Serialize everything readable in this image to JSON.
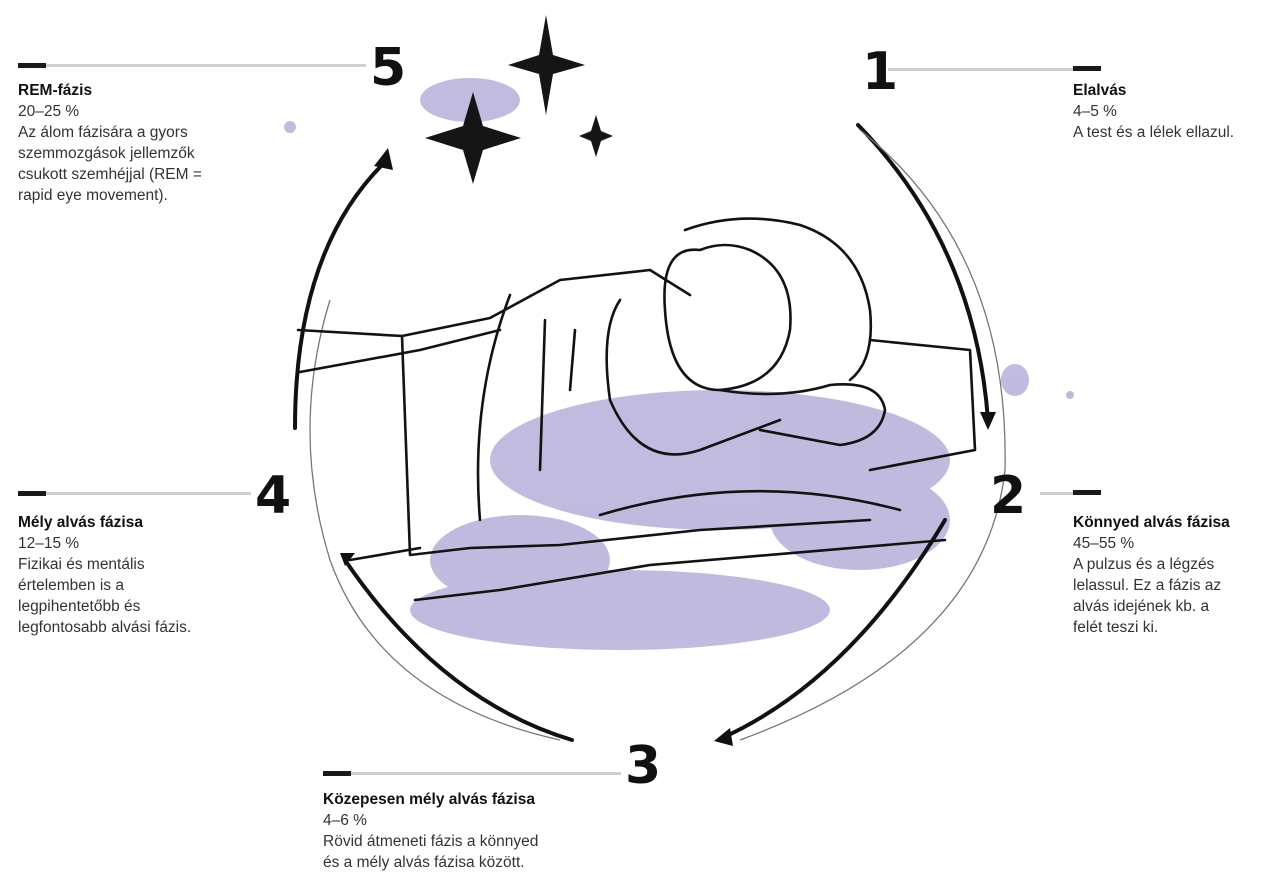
{
  "colors": {
    "ink": "#111111",
    "rule": "#cfcfcf",
    "wash": "#8a7fbf"
  },
  "stages": [
    {
      "number": "1",
      "title": "Elalvás",
      "percent": "4–5 %",
      "description": "A test és a lélek ellazul."
    },
    {
      "number": "2",
      "title": "Könnyed alvás fázisa",
      "percent": "45–55 %",
      "description_lines": [
        "A pulzus és a légzés",
        "lelassul. Ez a fázis az",
        "alvás idejének kb. a",
        "felét teszi ki."
      ]
    },
    {
      "number": "3",
      "title": "Közepesen mély alvás fázisa",
      "percent": "4–6 %",
      "description_lines": [
        "Rövid átmeneti fázis a könnyed",
        "és a mély alvás fázisa között."
      ]
    },
    {
      "number": "4",
      "title": "Mély alvás fázisa",
      "percent": "12–15 %",
      "description_lines": [
        "Fizikai és mentális",
        "értelemben is a",
        "legpihentetőbb és",
        "legfontosabb alvási fázis."
      ]
    },
    {
      "number": "5",
      "title": "REM-fázis",
      "percent": "20–25 %",
      "description_lines": [
        "Az álom fázisára a gyors",
        "szemmozgások jellemzők",
        "csukott szemhéjjal (REM =",
        "rapid eye movement)."
      ]
    }
  ]
}
